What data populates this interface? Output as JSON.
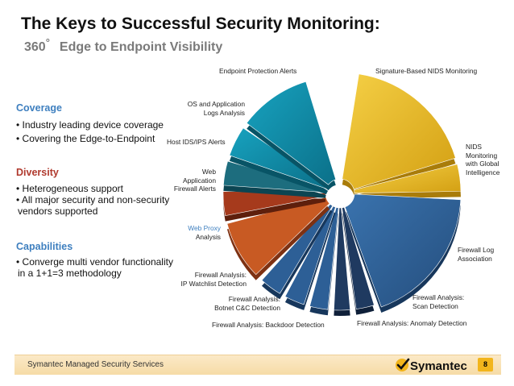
{
  "title": "The Keys to Successful Security Monitoring:",
  "subtitle": {
    "prefix": "360",
    "degree": "°",
    "text": "Edge to Endpoint Visibility"
  },
  "sections": [
    {
      "heading": "Coverage",
      "color": "#3e7fbf",
      "bullets": [
        "• Industry leading device coverage",
        "• Covering the Edge-to-Endpoint"
      ]
    },
    {
      "heading": "Diversity",
      "color": "#b03a2e",
      "bullets": [
        "• Heterogeneous support",
        "• All major security and non-security",
        "vendors supported"
      ]
    },
    {
      "heading": "Capabilities",
      "color": "#3e7fbf",
      "bullets": [
        "•  Converge multi vendor functionality",
        "in a 1+1=3 methodology"
      ]
    }
  ],
  "wedge_labels": {
    "endpoint_protection": "Endpoint Protection Alerts",
    "signature_nids": "Signature-Based NIDS Monitoring",
    "os_logs": [
      "OS and Application",
      "Logs Analysis"
    ],
    "host_ids": "Host IDS/IPS Alerts",
    "nids_global": [
      "NIDS",
      "Monitoring",
      "with Global",
      "Intelligence"
    ],
    "web_app_fw": [
      "Web",
      "Application",
      "Firewall Alerts"
    ],
    "web_proxy": [
      "Web Proxy",
      "Analysis"
    ],
    "fw_log_assoc": [
      "Firewall Log",
      "Association"
    ],
    "fw_ip_watchlist": [
      "Firewall Analysis:",
      "IP Watchlist Detection"
    ],
    "fw_scan": [
      "Firewall Analysis:",
      "Scan Detection"
    ],
    "fw_botnet": [
      "Firewall Analysis:",
      "Botnet C&C Detection"
    ],
    "fw_backdoor": "Firewall Analysis: Backdoor Detection",
    "fw_anomaly": "Firewall Analysis: Anomaly Detection"
  },
  "colors": {
    "yellow": "#e9b824",
    "blue": "#2d5f96",
    "navy": "#1f3a60",
    "red": "#a63a1c",
    "orange": "#c85a23",
    "teal": "#0f8aa6",
    "dark_teal": "#1d6d7e"
  },
  "footer": {
    "text": "Symantec Managed Security Services",
    "brand": "Symantec",
    "page_number": "8"
  }
}
